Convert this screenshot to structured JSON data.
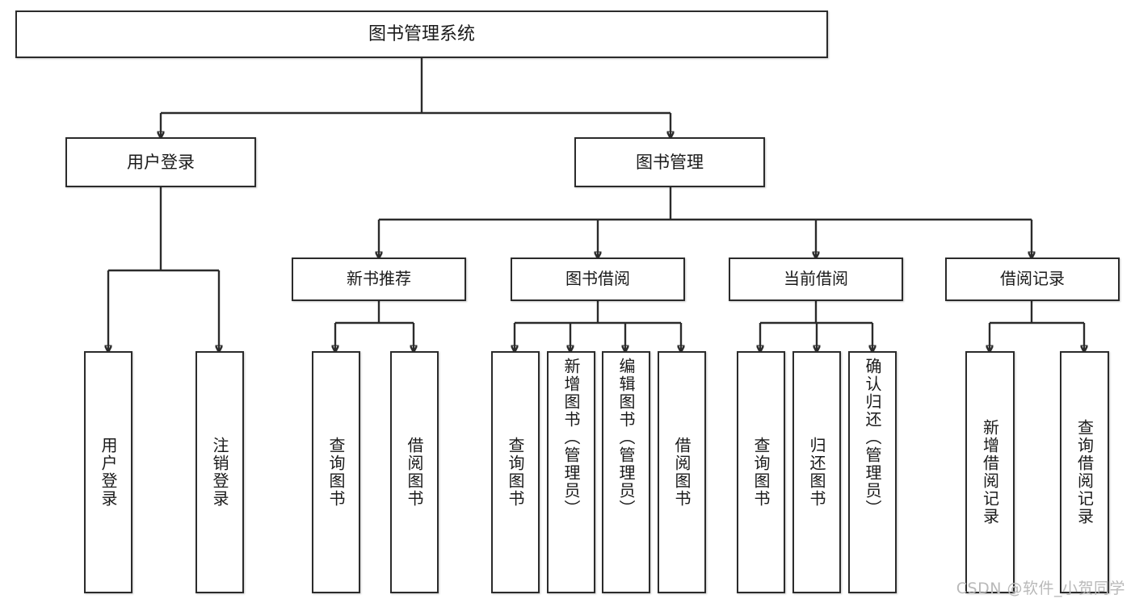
{
  "diagram": {
    "type": "tree-hierarchy",
    "title": "图书管理系统",
    "watermark": "CSDN @软件_小贺同学",
    "colors": {
      "stroke": "#2b2b2b",
      "fill": "#ffffff",
      "text": "#1a1a1a",
      "watermark": "#b9b9b9"
    },
    "nodes": {
      "root": {
        "label": "图书管理系统"
      },
      "level2": [
        {
          "id": "user-login",
          "label": "用户登录"
        },
        {
          "id": "book-manage",
          "label": "图书管理"
        }
      ],
      "level3": [
        {
          "id": "new-book-rec",
          "label": "新书推荐"
        },
        {
          "id": "book-borrow",
          "label": "图书借阅"
        },
        {
          "id": "current-borrow",
          "label": "当前借阅"
        },
        {
          "id": "borrow-record",
          "label": "借阅记录"
        }
      ],
      "leaves": [
        {
          "id": "leaf-user-login",
          "label": "用户登录",
          "parent": "user-login"
        },
        {
          "id": "leaf-user-logout",
          "label": "注销登录",
          "parent": "user-login"
        },
        {
          "id": "leaf-query-book-1",
          "label": "查询图书",
          "parent": "new-book-rec"
        },
        {
          "id": "leaf-borrow-book-1",
          "label": "借阅图书",
          "parent": "new-book-rec"
        },
        {
          "id": "leaf-query-book-2",
          "label": "查询图书",
          "parent": "book-borrow"
        },
        {
          "id": "leaf-add-book",
          "label": "新增图书（管理员）",
          "parent": "book-borrow"
        },
        {
          "id": "leaf-edit-book",
          "label": "编辑图书（管理员）",
          "parent": "book-borrow"
        },
        {
          "id": "leaf-borrow-book-2",
          "label": "借阅图书",
          "parent": "book-borrow"
        },
        {
          "id": "leaf-query-book-3",
          "label": "查询图书",
          "parent": "current-borrow"
        },
        {
          "id": "leaf-return-book",
          "label": "归还图书",
          "parent": "current-borrow"
        },
        {
          "id": "leaf-confirm-return",
          "label": "确认归还（管理员）",
          "parent": "current-borrow"
        },
        {
          "id": "leaf-add-record",
          "label": "新增借阅记录",
          "parent": "borrow-record"
        },
        {
          "id": "leaf-query-record",
          "label": "查询借阅记录",
          "parent": "borrow-record"
        }
      ]
    }
  }
}
